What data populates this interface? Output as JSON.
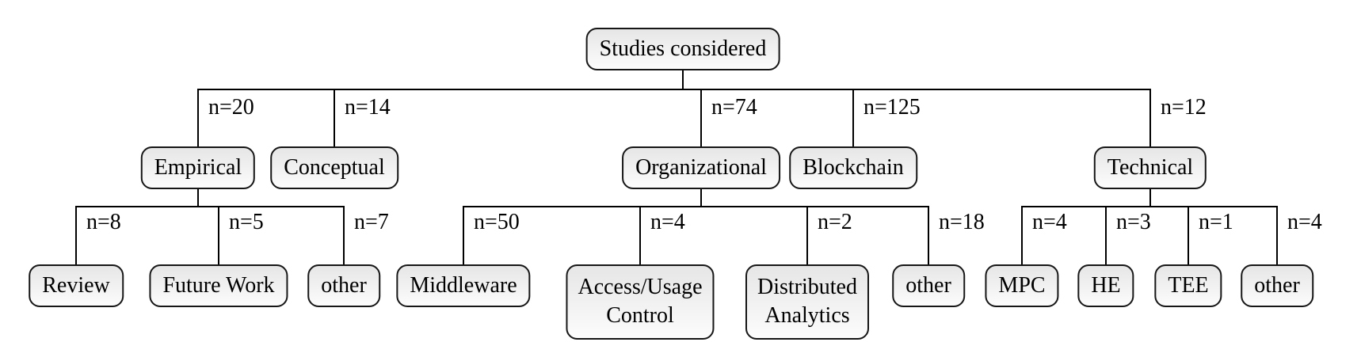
{
  "colors": {
    "background": "#ffffff",
    "line": "#000000",
    "node_border": "#161616",
    "node_fill_top": "#e6e6e6",
    "node_fill_bottom": "#fcfcfc",
    "text": "#000000"
  },
  "tree": {
    "root": {
      "label": "Studies considered"
    },
    "level1": [
      {
        "label": "Empirical",
        "edge_label": "n=20"
      },
      {
        "label": "Conceptual",
        "edge_label": "n=14"
      },
      {
        "label": "Organizational",
        "edge_label": "n=74"
      },
      {
        "label": "Blockchain",
        "edge_label": "n=125"
      },
      {
        "label": "Technical",
        "edge_label": "n=12"
      }
    ],
    "empirical_children": [
      {
        "label": "Review",
        "edge_label": "n=8"
      },
      {
        "label": "Future Work",
        "edge_label": "n=5"
      },
      {
        "label": "other",
        "edge_label": "n=7"
      }
    ],
    "organizational_children": [
      {
        "label": "Middleware",
        "edge_label": "n=50"
      },
      {
        "label": "Access/Usage\nControl",
        "edge_label": "n=4"
      },
      {
        "label": "Distributed\nAnalytics",
        "edge_label": "n=2"
      },
      {
        "label": "other",
        "edge_label": "n=18"
      }
    ],
    "technical_children": [
      {
        "label": "MPC",
        "edge_label": "n=4"
      },
      {
        "label": "HE",
        "edge_label": "n=3"
      },
      {
        "label": "TEE",
        "edge_label": "n=1"
      },
      {
        "label": "other",
        "edge_label": "n=4"
      }
    ]
  }
}
